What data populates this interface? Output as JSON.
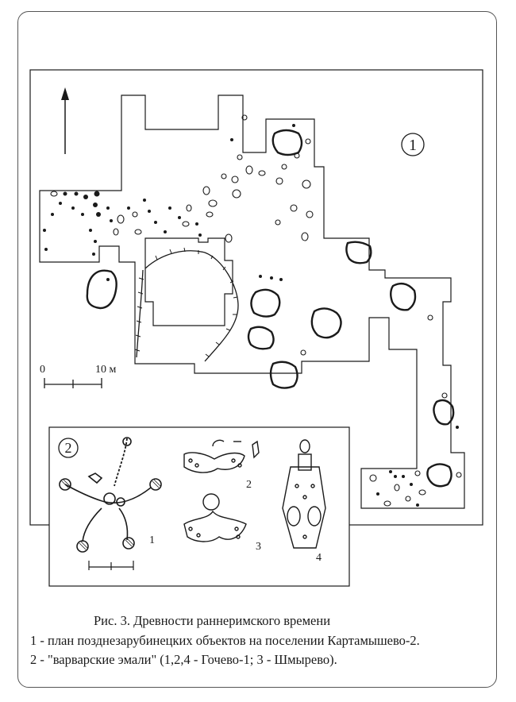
{
  "plan": {
    "marker": "1",
    "scale": {
      "start_label": "0",
      "end_label": "10 м"
    }
  },
  "enamels": {
    "marker": "2",
    "item_labels": [
      "1",
      "2",
      "3",
      "4"
    ]
  },
  "caption": {
    "title": "Рис. 3.  Древности раннеримского времени",
    "line1": "1 - план позднезарубинецких объектов на поселении Картамышево-2.",
    "line2": "2 - \"варварские эмали\"  (1,2,4 - Гочево-1; 3 - Шмырево)."
  },
  "colors": {
    "ink": "#1a1a1a",
    "frame": "#555555",
    "paper": "#ffffff"
  }
}
